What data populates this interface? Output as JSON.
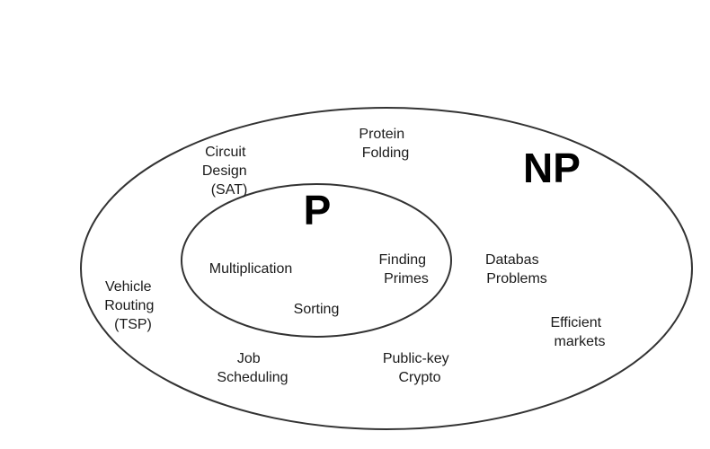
{
  "sets": {
    "np": {
      "title": "NP"
    },
    "p": {
      "title": "P"
    }
  },
  "labels": {
    "protein_folding": [
      "Protein",
      "Folding"
    ],
    "circuit_design": [
      "Circuit",
      "Design",
      "(SAT)"
    ],
    "multiplication": [
      "Multiplication"
    ],
    "finding_primes": [
      "Finding",
      "Primes"
    ],
    "sorting": [
      "Sorting"
    ],
    "database_problems": [
      "Databas",
      "Problems"
    ],
    "vehicle_routing": [
      "Vehicle",
      "Routing",
      "(TSP)"
    ],
    "efficient_markets": [
      "Efficient",
      "markets"
    ],
    "job_scheduling": [
      "Job",
      "Scheduling"
    ],
    "public_key_crypto": [
      "Public-key",
      "Crypto"
    ]
  },
  "colors": {
    "stroke": "#333333",
    "text": "#1a1a1a",
    "background": "#ffffff"
  }
}
